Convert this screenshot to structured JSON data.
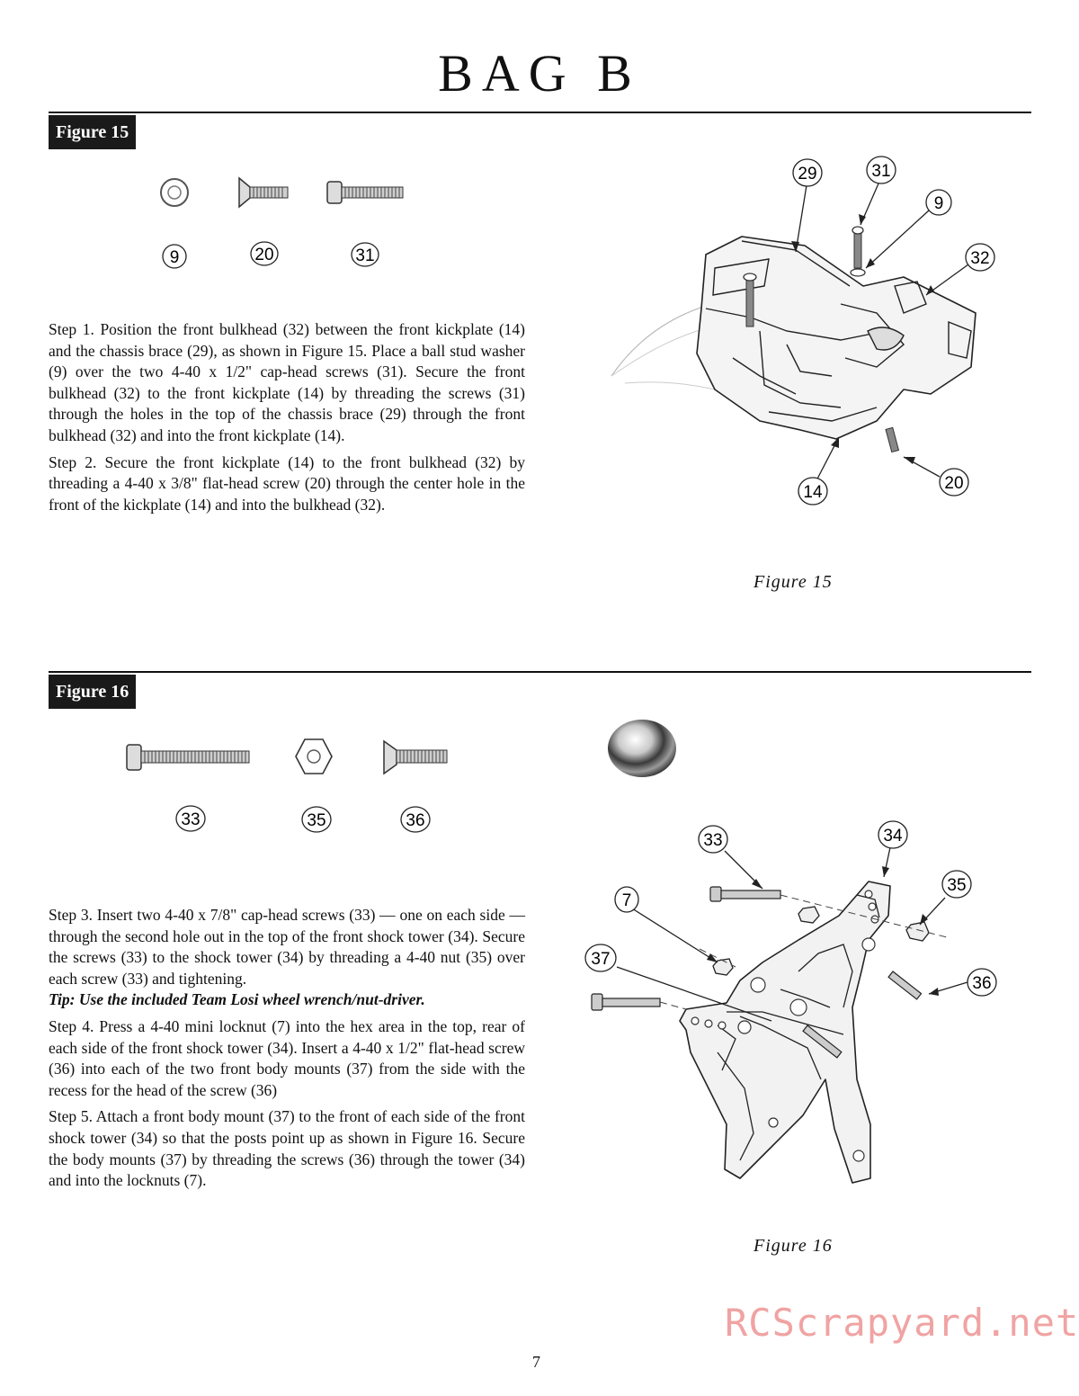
{
  "page": {
    "title": "BAG B",
    "page_number": "7",
    "watermark": "RCScrapyard.net"
  },
  "figure15": {
    "tag": "Figure 15",
    "caption": "Figure 15",
    "parts": [
      "9",
      "20",
      "31"
    ],
    "callouts": [
      "29",
      "31",
      "9",
      "32",
      "14",
      "20"
    ],
    "steps": [
      "Step 1. Position the front bulkhead (32) between the front kickplate (14) and the chassis brace (29), as shown in Figure 15. Place a ball stud washer (9) over the two 4-40 x 1/2\" cap-head screws (31). Secure the front bulkhead (32) to the front kickplate (14) by threading the screws (31) through the holes in the top of the chassis brace (29) through the front bulkhead (32) and into the front kickplate (14).",
      "Step 2. Secure the front kickplate (14) to the front bulkhead (32) by threading a 4-40 x 3/8\" flat-head screw (20) through the center hole in the front of the kickplate (14) and into the bulkhead (32)."
    ]
  },
  "figure16": {
    "tag": "Figure 16",
    "caption": "Figure 16",
    "parts": [
      "33",
      "35",
      "36"
    ],
    "callouts": [
      "33",
      "34",
      "7",
      "35",
      "37",
      "36"
    ],
    "steps": [
      "Step 3. Insert two 4-40 x 7/8\" cap-head screws (33) — one on each side — through the second hole out in the top of the front shock tower (34). Secure the screws (33) to the shock tower (34) by threading a 4-40 nut (35) over each screw (33) and tightening.",
      "Step 4. Press a 4-40 mini locknut (7) into the hex area in the top, rear of each side of the front shock tower (34). Insert a 4-40 x 1/2\" flat-head screw (36) into each of the two front body mounts (37) from the side with the recess for the head of the screw (36)",
      "Step 5. Attach a front body mount (37) to the front of each side of the front shock tower (34) so that the posts point up as shown in Figure 16. Secure the body mounts (37) by threading the screws (36) through the tower (34) and into the locknuts (7)."
    ],
    "tip": "Tip: Use the included Team Losi wheel wrench/nut-driver."
  }
}
